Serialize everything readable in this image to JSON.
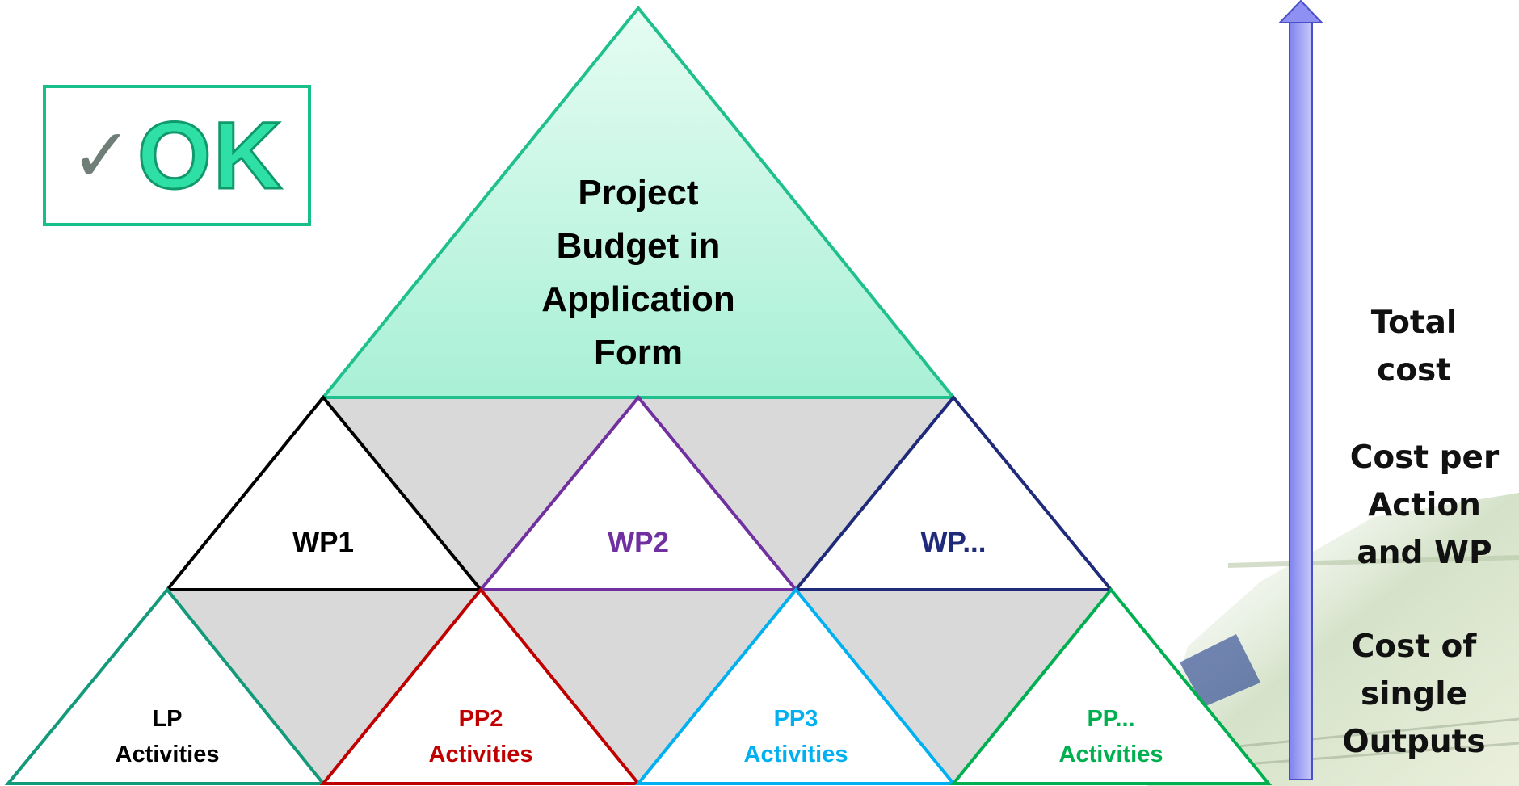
{
  "ok_badge": {
    "check_symbol": "✓",
    "text": "OK",
    "color": "#2ee0a6"
  },
  "pyramid": {
    "apex": {
      "label_lines": [
        "Project",
        "Budget in",
        "Application",
        "Form"
      ]
    },
    "work_packages": [
      {
        "label": "WP1",
        "color": "#000000"
      },
      {
        "label": "WP2",
        "color": "#7030a0"
      },
      {
        "label": "WP...",
        "color": "#1f2a7a"
      }
    ],
    "activities": [
      {
        "line1": "LP",
        "line2": "Activities",
        "color": "#000000",
        "border": "#129a7a"
      },
      {
        "line1": "PP2",
        "line2": "Activities",
        "color": "#c00000",
        "border": "#c00000"
      },
      {
        "line1": "PP3",
        "line2": "Activities",
        "color": "#00b0f0",
        "border": "#00b0f0"
      },
      {
        "line1": "PP...",
        "line2": "Activities",
        "color": "#00b050",
        "border": "#00b050"
      }
    ]
  },
  "cost_levels": [
    {
      "text": "Total\ncost"
    },
    {
      "text": "Cost per\nAction\nand WP"
    },
    {
      "text": "Cost of\nsingle\nOutputs"
    }
  ],
  "colors": {
    "apex_fill": "#bff5e3",
    "gap_fill": "#d9d9d9",
    "arrow_fill": "#9d9ff5"
  }
}
